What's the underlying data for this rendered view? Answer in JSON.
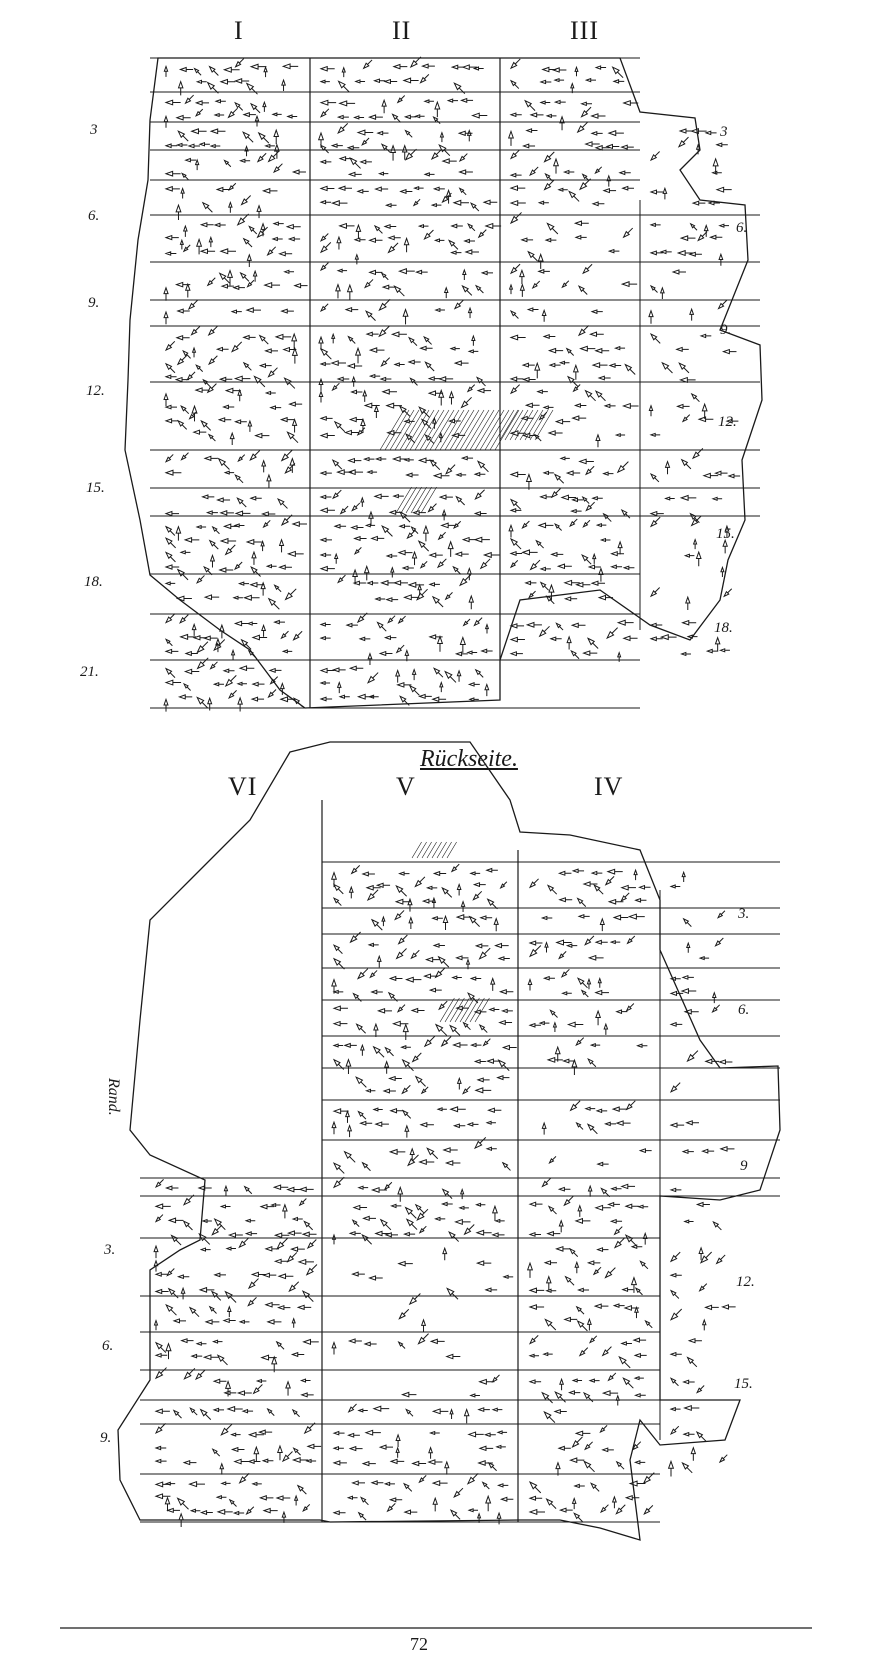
{
  "obverse": {
    "columns": [
      "I",
      "II",
      "III"
    ],
    "line_numbers_left": [
      "3",
      "6.",
      "9.",
      "12.",
      "15.",
      "18.",
      "21."
    ],
    "line_numbers_right": [
      "3",
      "6.",
      "9.",
      "12.",
      "15.",
      "18."
    ]
  },
  "reverse": {
    "title": "Rückseite.",
    "columns": [
      "VI",
      "V",
      "IV"
    ],
    "edge_label": "Rand.",
    "line_numbers_left": [
      "3.",
      "6.",
      "9."
    ],
    "line_numbers_right": [
      "3.",
      "6.",
      "9",
      "12.",
      "15."
    ]
  },
  "page_number": "72",
  "colors": {
    "ink": "#1a1a1a",
    "paper": "#ffffff"
  }
}
